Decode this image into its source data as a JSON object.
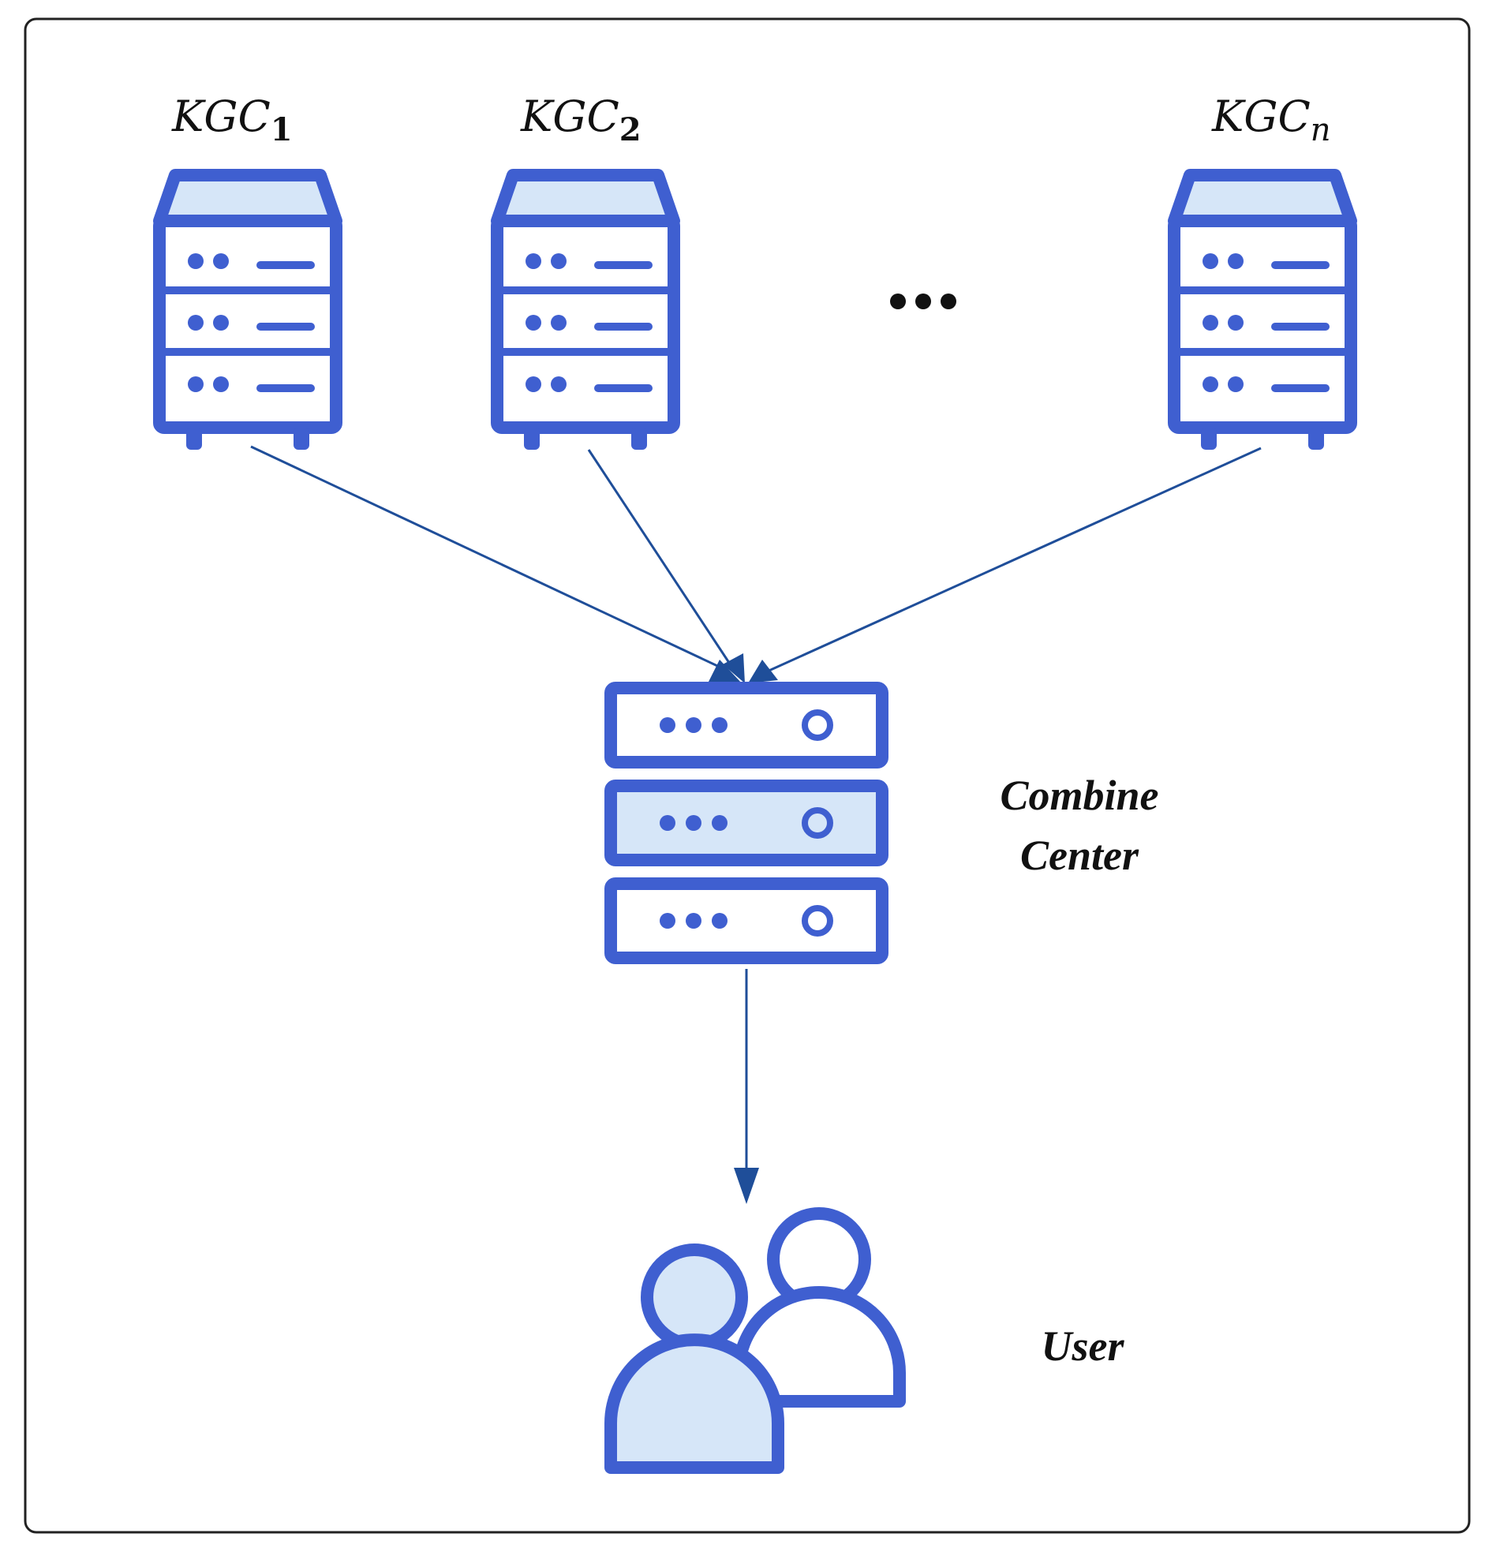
{
  "kgc_nodes": [
    {
      "base": "KGC",
      "sub": "1"
    },
    {
      "base": "KGC",
      "sub": "2"
    },
    {
      "base": "KGC",
      "sub": "n"
    }
  ],
  "ellipsis": "•••",
  "combine_center": {
    "line1": "Combine",
    "line2": "Center"
  },
  "user": {
    "label": "User"
  },
  "colors": {
    "outline": "#3f5fd0",
    "fill": "#d6e6f8",
    "arrow": "#1f4e99",
    "frame": "#222222",
    "text": "#111111"
  }
}
